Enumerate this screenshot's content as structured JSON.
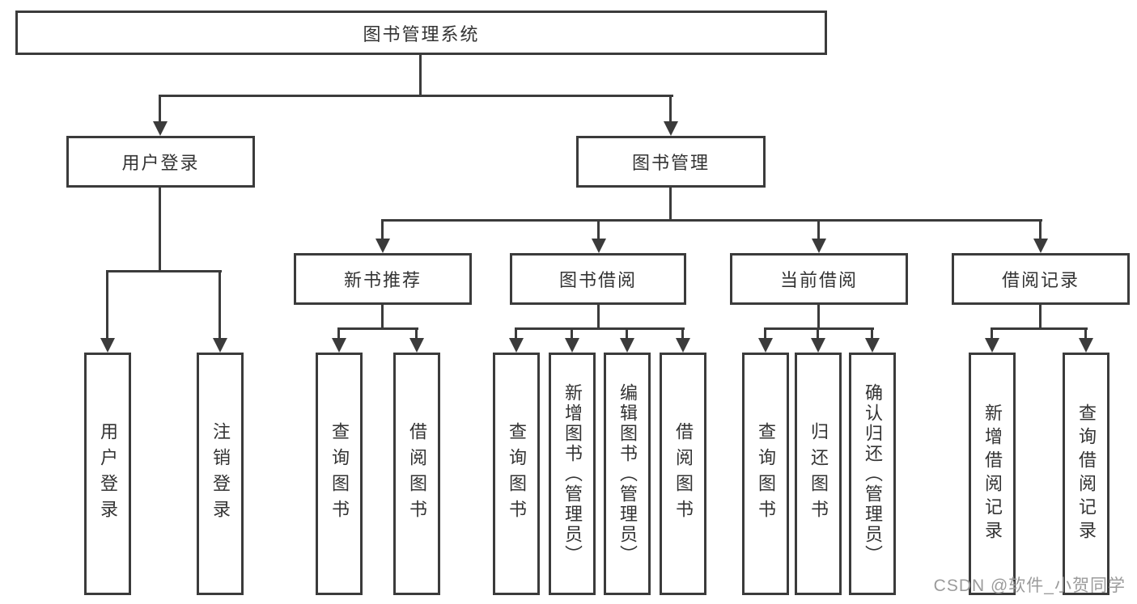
{
  "diagram": {
    "root": {
      "label": "图书管理系统"
    },
    "level2": [
      {
        "label": "用户登录"
      },
      {
        "label": "图书管理"
      }
    ],
    "level3": [
      {
        "label": "新书推荐"
      },
      {
        "label": "图书借阅"
      },
      {
        "label": "当前借阅"
      },
      {
        "label": "借阅记录"
      }
    ],
    "leaves": [
      {
        "label": "用户登录"
      },
      {
        "label": "注销登录"
      },
      {
        "label": "查询图书"
      },
      {
        "label": "借阅图书"
      },
      {
        "label": "查询图书"
      },
      {
        "label": "新增图书（管理员）"
      },
      {
        "label": "编辑图书（管理员）"
      },
      {
        "label": "借阅图书"
      },
      {
        "label": "查询图书"
      },
      {
        "label": "归还图书"
      },
      {
        "label": "确认归还（管理员）"
      },
      {
        "label": "新增借阅记录"
      },
      {
        "label": "查询借阅记录"
      }
    ]
  },
  "watermark": {
    "text": "CSDN @软件_小贺同学",
    "color": "#9b9b9b"
  },
  "colors": {
    "line": "#3b3b3b",
    "text": "#333333",
    "background": "#ffffff"
  }
}
